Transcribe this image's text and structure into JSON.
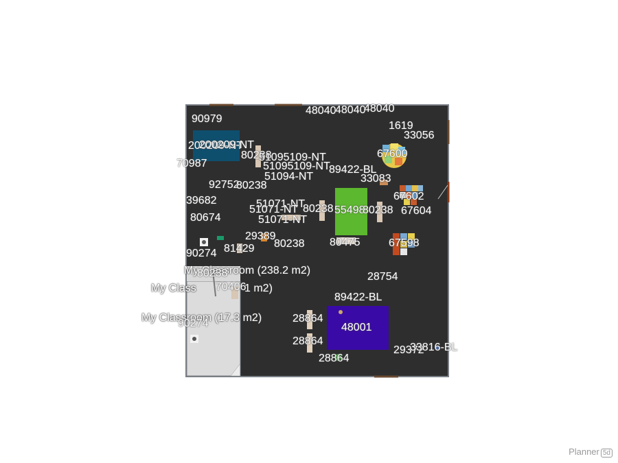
{
  "rooms": {
    "main_label": "My Classroom (238.2 m2)",
    "hall_label_left": "My Class",
    "hall_label_right": "1 m2)",
    "small_label": "My Classroom (17.3 m2)"
  },
  "labels": {
    "l1": "90979",
    "l2": "48040",
    "l3": "48040",
    "l4": "48040",
    "l5": "1619",
    "l6": "33056",
    "l7": "200209-NT",
    "l8": "200209-NT",
    "l9": "70987",
    "l10": "80238",
    "l11": "51095109-NT",
    "l12": "51095109-NT",
    "l13": "51094-NT",
    "l14": "89422-BL",
    "l15": "67600",
    "l16": "33083",
    "l17": "92752",
    "l18": "80238",
    "l19": "39682",
    "l20": "51071-NT",
    "l21": "51071-NT",
    "l22": "80238",
    "l23": "55498",
    "l24": "80238",
    "l25": "67602",
    "l26": "67604",
    "l27": "80674",
    "l28": "51071-NT",
    "l29": "29389",
    "l30": "81429",
    "l31": "80238",
    "l32": "80475",
    "l33": "67598",
    "l34": "90274",
    "l35": "80238",
    "l36": "70406",
    "l37": "28754",
    "l38": "89422-BL",
    "l39": "90274",
    "l40": "28864",
    "l41": "48001",
    "l42": "28864",
    "l43": "29372",
    "l44": "33816-BL",
    "l45": "28864"
  },
  "watermark": {
    "text": "Planner",
    "badge": "5d"
  },
  "colors": {
    "floor": "#2e2e2e",
    "small_room_floor": "#dcdcdc",
    "wall": "#808080",
    "teal_rug": "#0e4f6e",
    "green_rug": "#5cb82e",
    "purple_rug": "#3a0aa6",
    "label": "#ffffff"
  }
}
